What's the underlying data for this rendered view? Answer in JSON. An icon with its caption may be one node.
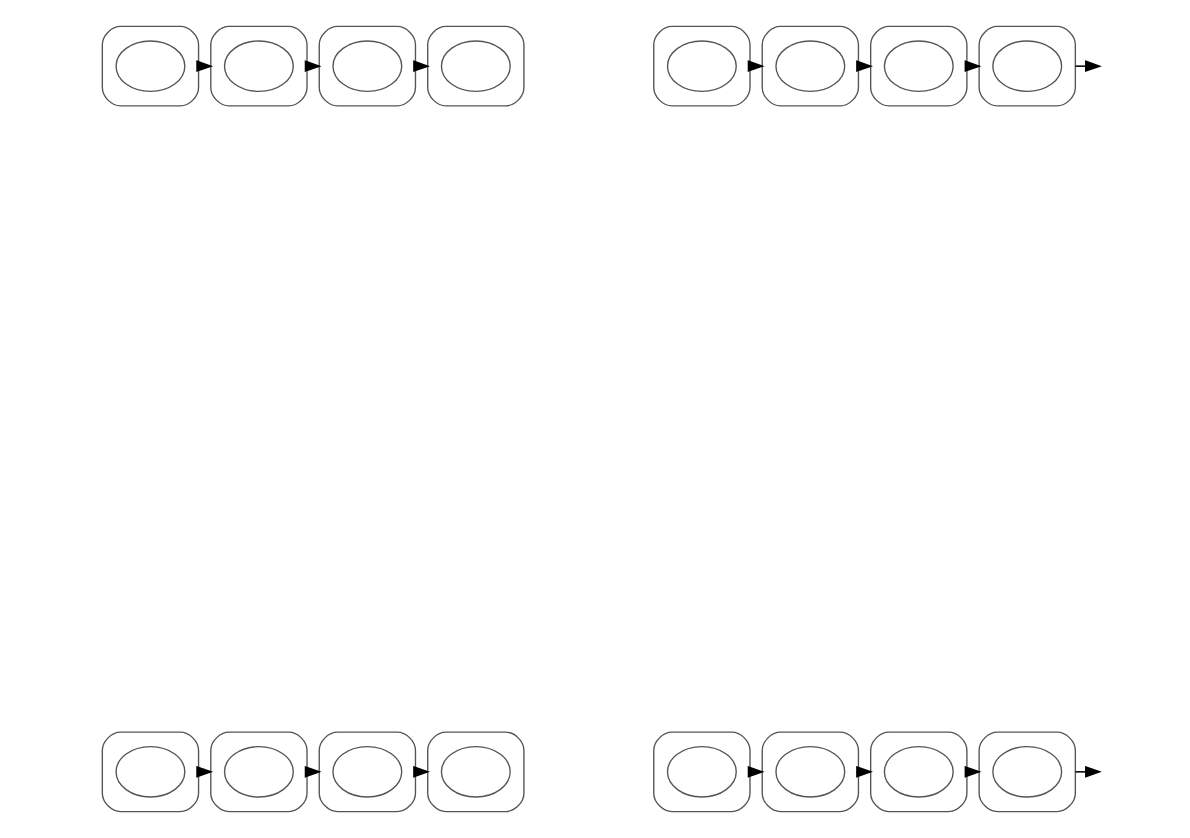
{
  "diagram": {
    "nodes": [
      {
        "text": [],
        "shape": "box"
      },
      {
        "text": [],
        "shape": "ellipse",
        "in": 0
      },
      {
        "text": [],
        "shape": "box"
      },
      {
        "text": [],
        "shape": "ellipse",
        "in": 2
      },
      {
        "text": [],
        "shape": "box"
      },
      {
        "text": [],
        "shape": "ellipse",
        "in": 4
      },
      {
        "text": [],
        "shape": "box"
      },
      {
        "text": [],
        "shape": "ellipse",
        "in": 6
      },
      {
        "text": [],
        "shape": "box"
      },
      {
        "text": [],
        "shape": "ellipse",
        "in": 8
      },
      {
        "text": [],
        "shape": "box"
      },
      {
        "text": [],
        "shape": "ellipse",
        "in": 10
      },
      {
        "text": [],
        "shape": "box"
      },
      {
        "text": [],
        "shape": "ellipse",
        "in": 12
      },
      {
        "text": [],
        "shape": "box"
      },
      {
        "text": [],
        "shape": "ellipse",
        "in": 14
      },
      {
        "text": [],
        "shape": "box"
      },
      {
        "text": [],
        "shape": "ellipse",
        "in": 16
      },
      {
        "text": [],
        "shape": "box"
      },
      {
        "text": [],
        "shape": "ellipse",
        "in": 18
      },
      {
        "text": [],
        "shape": "box"
      },
      {
        "text": [],
        "shape": "ellipse",
        "in": 20
      },
      {
        "text": [],
        "shape": "box"
      },
      {
        "text": [],
        "shape": "ellipse",
        "in": 22
      },
      {
        "text": [],
        "shape": "box"
      },
      {
        "text": [],
        "shape": "ellipse",
        "in": 24
      },
      {
        "text": [],
        "shape": "box"
      },
      {
        "text": [],
        "shape": "ellipse",
        "in": 26
      },
      {
        "text": [],
        "shape": "box"
      },
      {
        "text": [],
        "shape": "ellipse",
        "in": 28
      },
      {
        "text": [],
        "shape": "box"
      },
      {
        "text": [],
        "shape": "ellipse",
        "in": 30
      }
    ],
    "edges": [
      {
        "from": 0,
        "to": 2,
        "arrow": "to"
      },
      {
        "from": 2,
        "to": 4,
        "arrow": "to"
      },
      {
        "from": 4,
        "to": 6,
        "arrow": "to"
      },
      {
        "from": 8,
        "to": 10,
        "arrow": "to"
      },
      {
        "from": 10,
        "to": 12,
        "arrow": "to"
      },
      {
        "from": 12,
        "to": 14,
        "arrow": "to"
      },
      {
        "from": 14,
        "to": null,
        "arrow": "to"
      },
      {
        "from": 16,
        "to": 18,
        "arrow": "to"
      },
      {
        "from": 18,
        "to": 20,
        "arrow": "to"
      },
      {
        "from": 20,
        "to": 22,
        "arrow": "to"
      },
      {
        "from": 24,
        "to": 26,
        "arrow": "to"
      },
      {
        "from": 26,
        "to": 28,
        "arrow": "to"
      },
      {
        "from": 28,
        "to": 30,
        "arrow": "to"
      },
      {
        "from": 30,
        "to": null,
        "arrow": "to"
      }
    ]
  }
}
